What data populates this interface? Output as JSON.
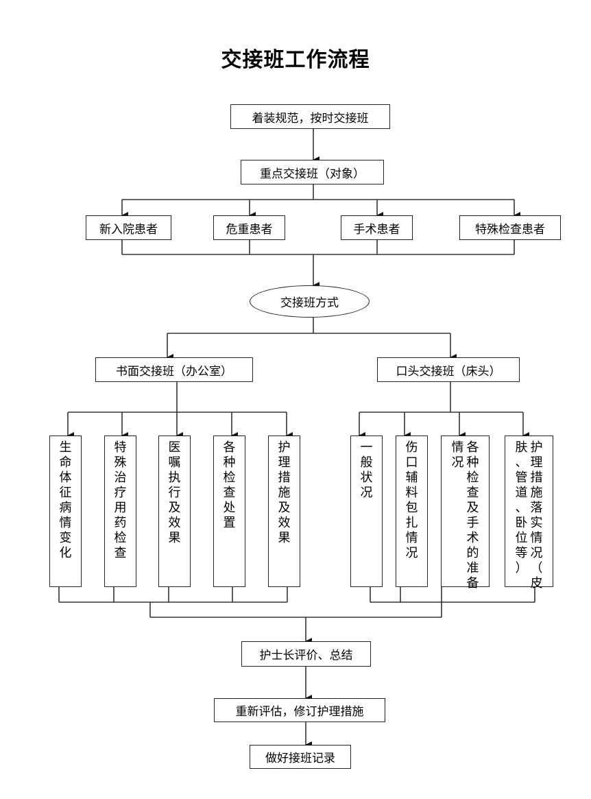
{
  "title": "交接班工作流程",
  "steps": {
    "dress": "着装规范，按时交接班",
    "focus": "重点交接班（对象）",
    "method": "交接班方式",
    "evaluate": "护士长评价、总结",
    "reassess": "重新评估，修订护理措施",
    "record": "做好接班记录"
  },
  "patients": [
    "新入院患者",
    "危重患者",
    "手术患者",
    "特殊检查患者"
  ],
  "branches": {
    "written": {
      "label": "书面交接班（办公室）",
      "items": [
        [
          "生命体征病情变化"
        ],
        [
          "特殊治疗用药检查"
        ],
        [
          "医嘱执行及效果"
        ],
        [
          "各种检查处置"
        ],
        [
          "护理措施及效果"
        ]
      ]
    },
    "oral": {
      "label": "口头交接班（床头）",
      "items": [
        [
          "一般状况"
        ],
        [
          "伤口辅料包扎情况"
        ],
        [
          "各种检查及手术的准备",
          "情况"
        ],
        [
          "护理措施落实情况（皮",
          "肤、管道、卧位等）"
        ]
      ]
    }
  }
}
